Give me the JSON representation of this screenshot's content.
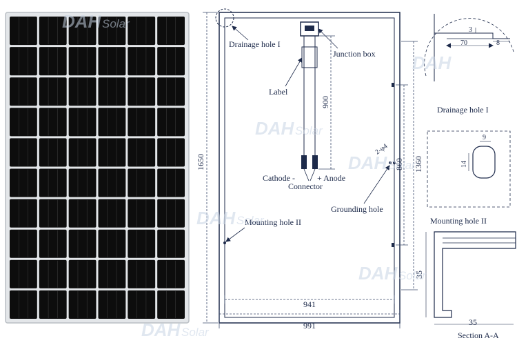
{
  "watermark": {
    "brand": "DAH",
    "suffix": "Solar"
  },
  "panel": {
    "rows": 10,
    "cols": 6,
    "cell_color": "#0d0d0d",
    "frame_color": "#d7dadd"
  },
  "rear_view": {
    "labels": {
      "drainage_hole": "Drainage hole I",
      "junction_box": "Junction box",
      "label": "Label",
      "cathode": "Cathode -",
      "anode": "+ Anode",
      "connector": "Connector",
      "grounding_hole": "Grounding hole",
      "mounting_hole": "Mounting hole II",
      "grounding_spec": "2-φ4"
    },
    "dimensions": {
      "height": "1650",
      "cable": "900",
      "mount_spacing": "860",
      "inner_height": "1360",
      "inner_width": "941",
      "width": "991"
    }
  },
  "drainage_detail": {
    "caption": "Drainage hole I",
    "dim_3": "3",
    "dim_70": "70",
    "dim_8": "8"
  },
  "mounting_detail": {
    "caption": "Mounting hole II",
    "dim_9": "9",
    "dim_14": "14"
  },
  "section": {
    "caption": "Section A-A",
    "height": "35",
    "width": "35"
  },
  "colors": {
    "line": "#1d2a4a",
    "dash": "#3c4b6b",
    "watermark": "#c8d4e4"
  }
}
